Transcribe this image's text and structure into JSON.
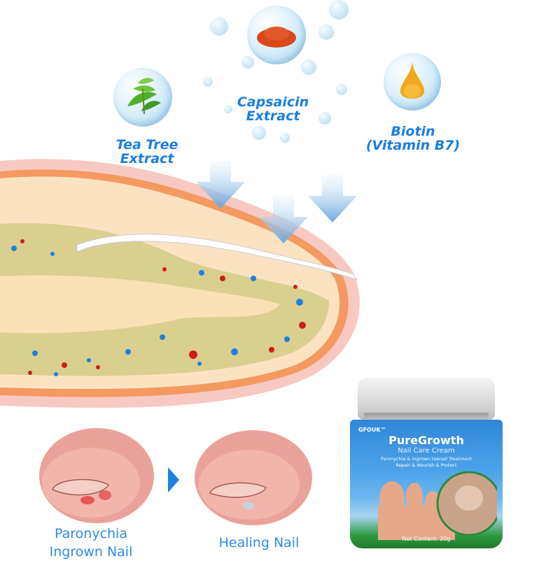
{
  "ingredients": [
    {
      "icon": "tea-leaf-icon",
      "line1": "Tea Tree",
      "line2": "Extract"
    },
    {
      "icon": "capsaicin-powder-icon",
      "line1": "Capsaicin",
      "line2": "Extract"
    },
    {
      "icon": "oil-drop-icon",
      "line1": "Biotin",
      "line2": "(Vitamin B7)"
    }
  ],
  "comparison": {
    "before": {
      "line1": "Paronychia",
      "line2": "Ingrown Nail"
    },
    "after": {
      "line1": "Healing Nail"
    }
  },
  "product": {
    "brand": "GFOUK™",
    "name": "PureGrowth",
    "subtitle": "Nail Care Cream",
    "tagline1": "Paronychia & Ingrown toenail Treatment",
    "tagline2": "Repair & Nourish & Protect",
    "net_content": "Net Content: 20g"
  },
  "colors": {
    "label_blue": "#1a7fe0",
    "arrow_blue": "#7fb7e3",
    "jar_blue": "#2f86d8",
    "jar_green": "#2e9a3e"
  }
}
